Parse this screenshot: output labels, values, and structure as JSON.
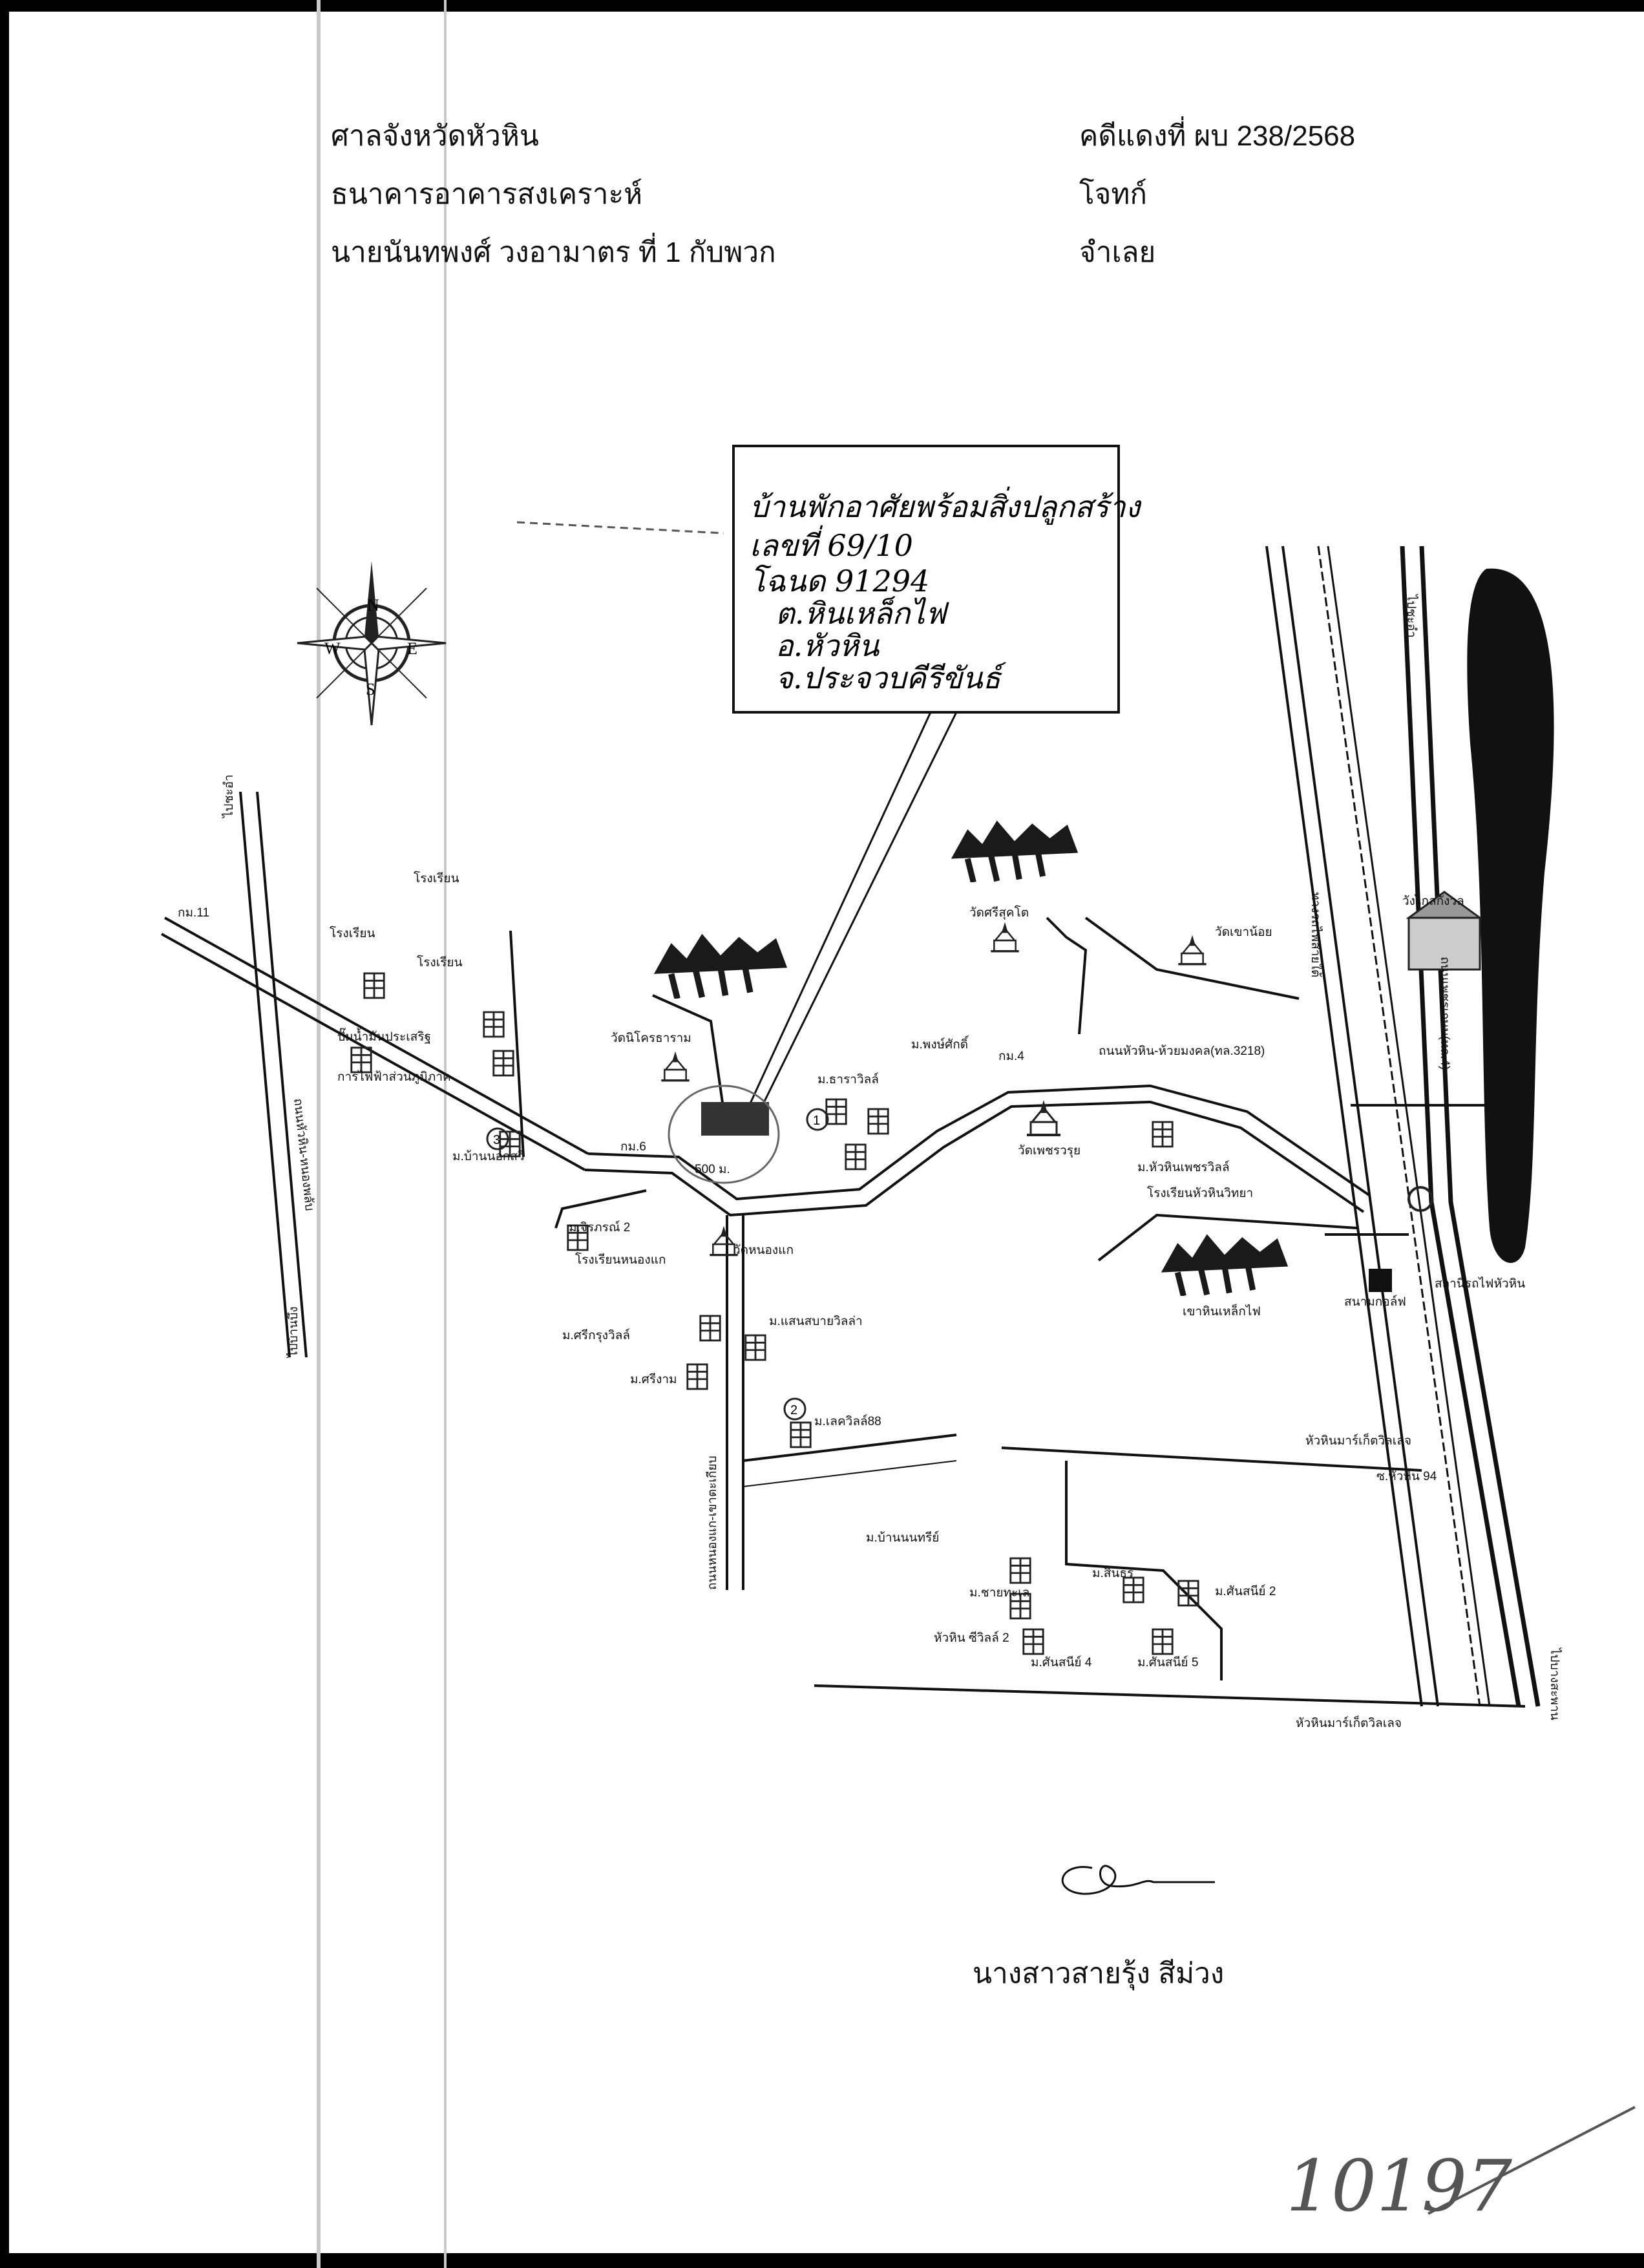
{
  "header": {
    "court": "ศาลจังหวัดหัวหิน",
    "plaintiff": "ธนาคารอาคารสงเคราะห์",
    "defendant": "นายนันทพงศ์ วงอามาตร ที่ 1 กับพวก",
    "case_number": "คดีแดงที่ ผบ 238/2568",
    "plaintiff_role": "โจทก์",
    "defendant_role": "จำเลย"
  },
  "callout": {
    "lines": [
      "บ้านพักอาศัยพร้อมสิ่งปลูกสร้าง",
      "เลขที่ 69/10",
      "โฉนด 91294",
      "ต.หินเหล็กไฟ",
      "อ.หัวหิน",
      "จ.ประจวบคีรีขันธ์"
    ]
  },
  "compass": {
    "n": "N",
    "s": "S",
    "e": "E",
    "w": "W"
  },
  "map_labels": {
    "road_left": "ไปชะอำ",
    "road_left_bottom": "ไปบ้านบึง",
    "road_top_right": "ไปชะอำ",
    "road_bottom_right": "ไปบางสะพาน",
    "km11": "กม.11",
    "hinlekfai_road": "ถนนหัวหิน-หนองพลับ",
    "school1": "โรงเรียน",
    "school2": "โรงเรียน",
    "school3": "โรงเรียน",
    "gas_station": "ปั๊มน้ำมันประเสริฐ",
    "pea": "การไฟฟ้าส่วนภูมิภาค",
    "village_baan_nong": "ม.บ้านนอกสวี",
    "wat_khao_krai": "วัดนิโครธาราม",
    "village_teecha": "ม.ธาราวิลล์",
    "village_km": "ม.พงษ์ศักดิ์",
    "km4": "กม.4",
    "wat_huai_mongkol_road": "ถนนหัวหิน-ห้วยมงคล(ทล.3218)",
    "wat_phetcharat": "วัดเพชรวรุย",
    "village_huahin_heritage": "ม.หัวหินเพชรวิลล์",
    "school_huahin": "โรงเรียนหัวหินวิทยา",
    "wat_sri": "วัดศรีสุคโต",
    "wat_khao_hin": "วัดเขาน้อย",
    "palace": "วังไกลกังวล",
    "rail_label1": "ทางรถไฟสายใต้",
    "rail_label2": "ถนนเพชรเกษม(ทล.4)",
    "school_nong_khae": "โรงเรียนหนองแก",
    "wat_nong_khae": "วัดหนองแก",
    "village_chira": "ม.จิรภรณ์ 2",
    "village_4": "ม.ศรีกรุงวิลล์",
    "village_5": "ม.ศรีงาม",
    "village_6": "ม.แสนสบายวิลล่า",
    "village_7": "ม.เลควิลล์88",
    "km_sign": "กม.6",
    "dist_500": "500 ม.",
    "mountain": "เขาหินเหล็กไฟ",
    "golf": "สนามกอล์ฟ",
    "rail_station": "สถานีรถไฟหัวหิน",
    "soi94": "ซ.หัวหิน 94",
    "huahin_market": "หัวหินมาร์เก็ตวิลเลจ",
    "huahin_market2": "หัวหินมาร์เก็ตวิลเลจ",
    "village_8": "ม.บ้านนนทรีย์",
    "village_9": "ม.ชายทะเล",
    "village_10": "ม.สินธร",
    "village_11": "ม.ศันสนีย์ 2",
    "village_12": "ม.ศันสนีย์ 4",
    "village_13": "ม.ศันสนีย์ 5",
    "village_14": "หัวหิน ซีวิลล์ 2",
    "road_khao_tao": "ถนนหนองแก-เขาตะเกียบ"
  },
  "signature": {
    "name": "นางสาวสายรุ้ง สีม่วง"
  },
  "page_number": "10197"
}
